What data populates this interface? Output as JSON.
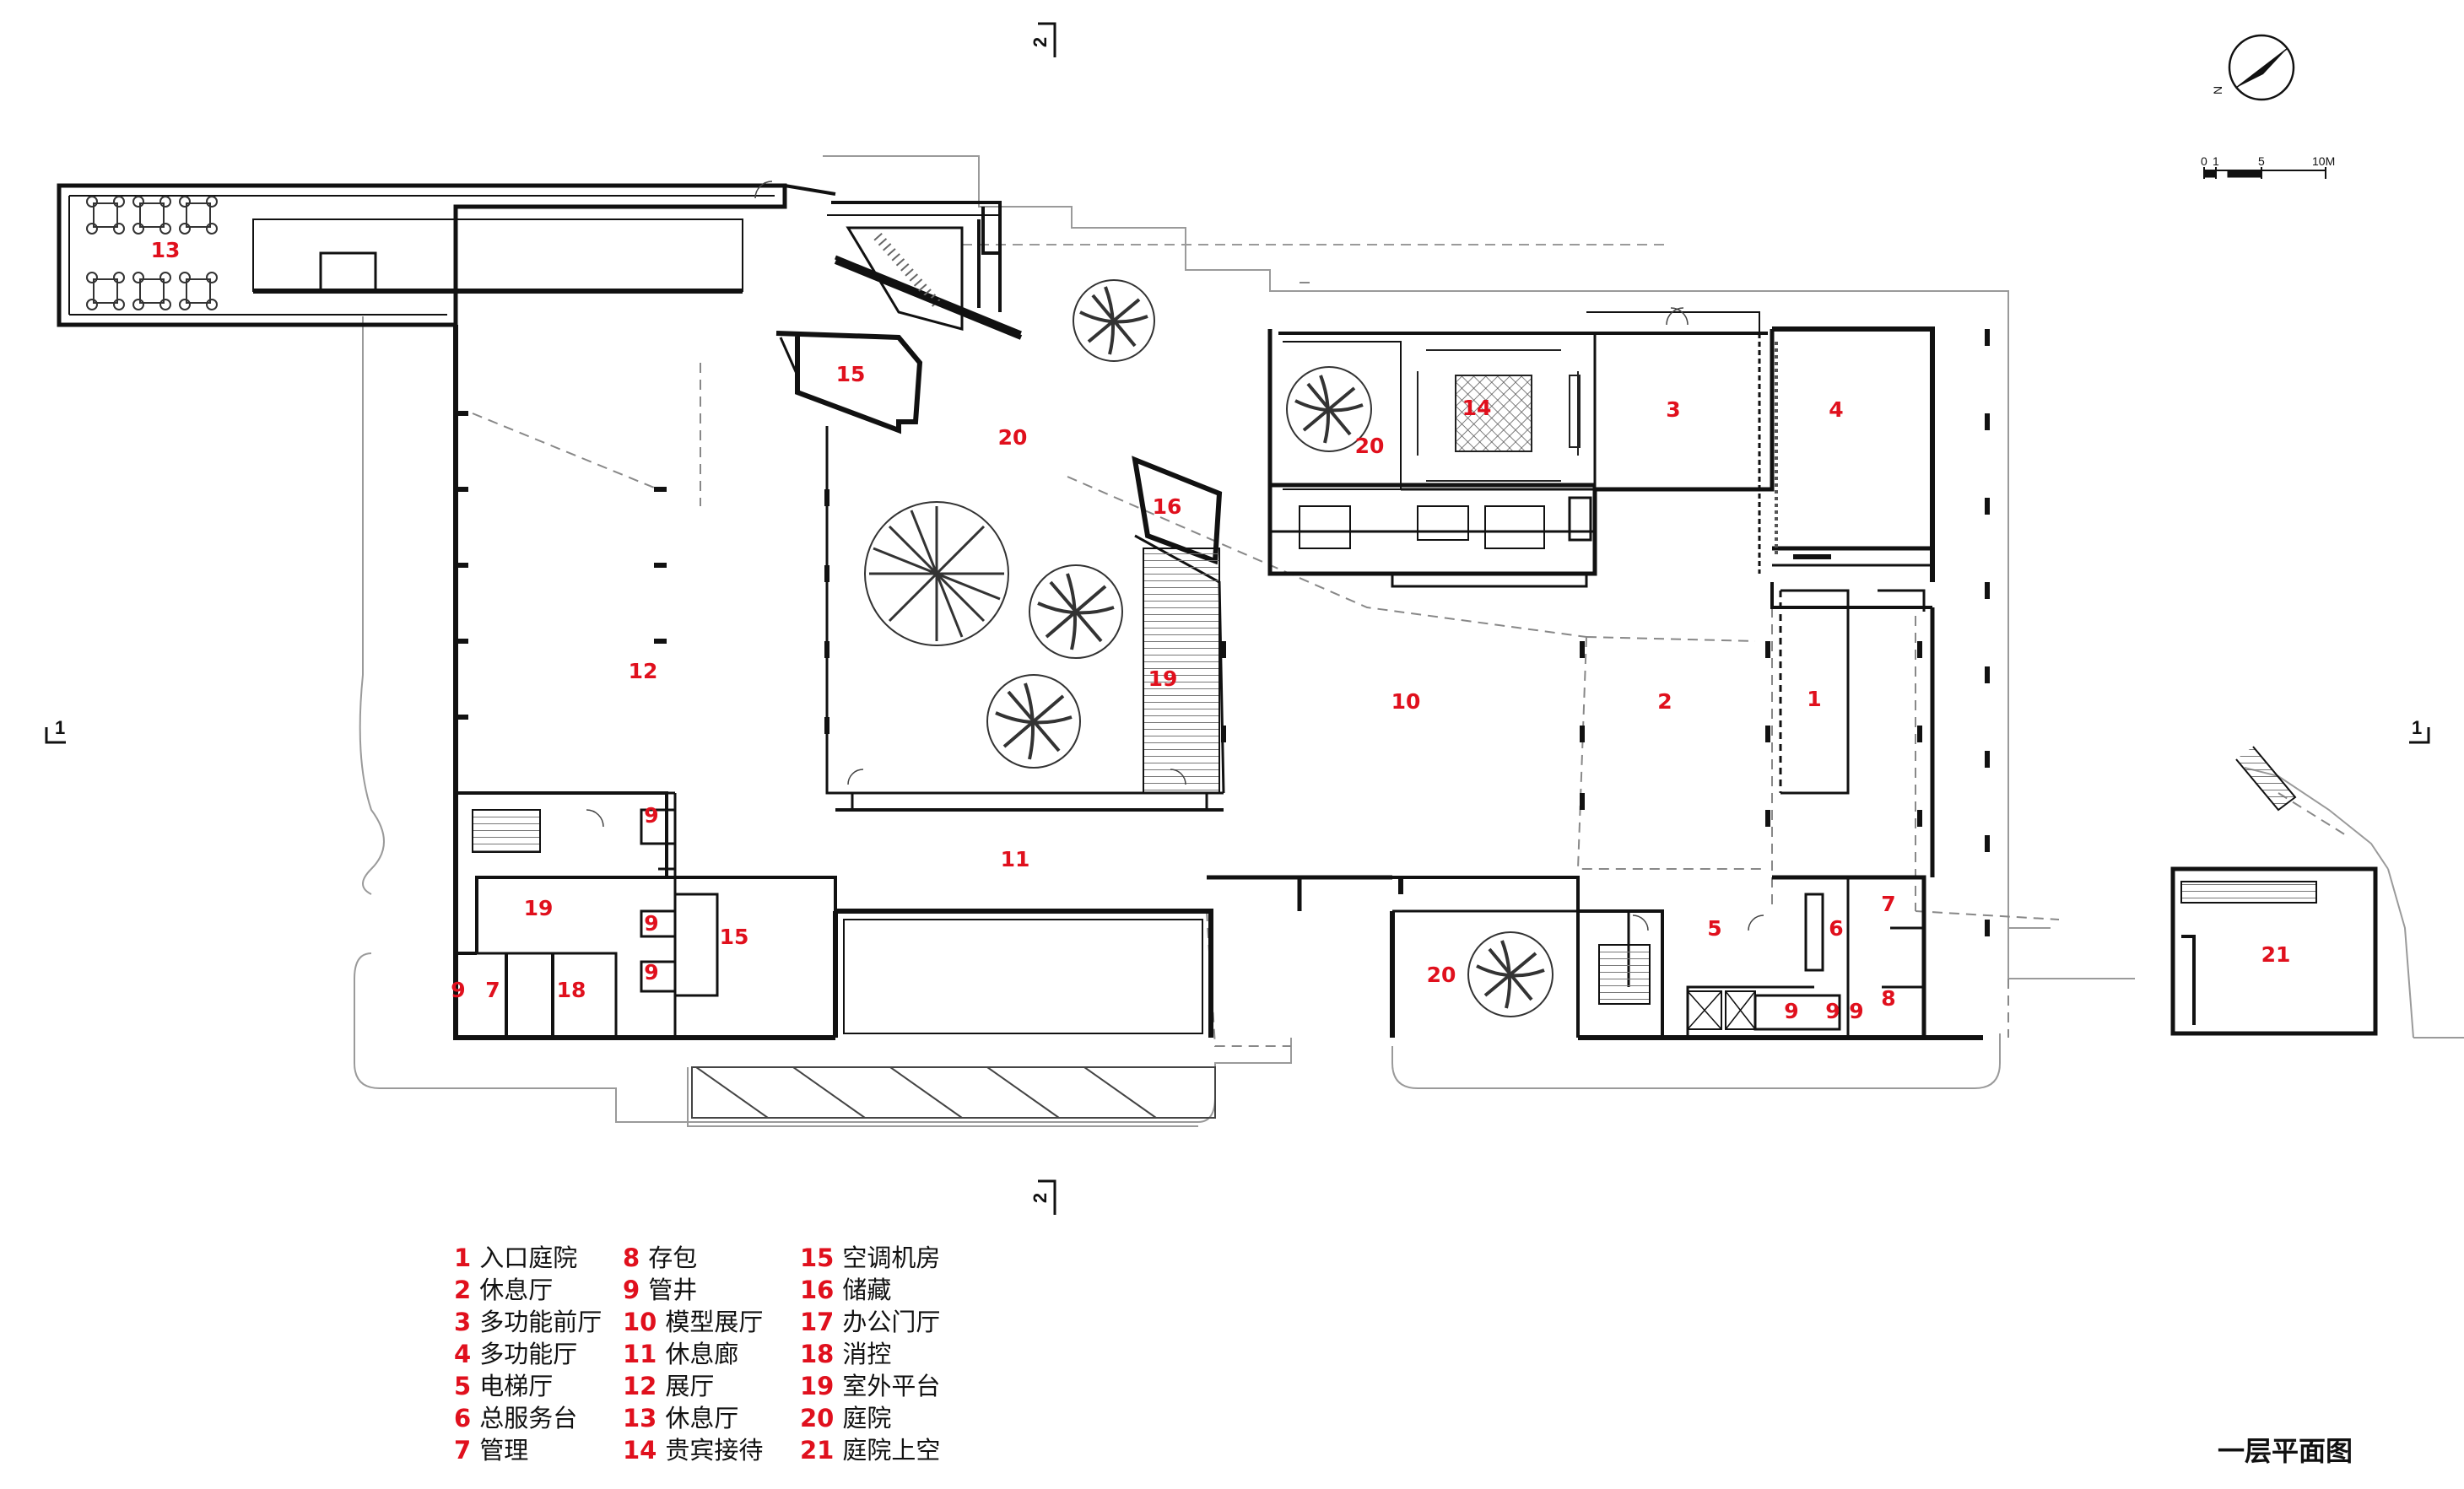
{
  "plan_title": "一层平面图",
  "section_markers": {
    "horizontal": "1",
    "vertical": "2"
  },
  "scale_bar": {
    "labels": [
      "0",
      "1",
      "5",
      "10M"
    ]
  },
  "north_arrow": {
    "label": "N"
  },
  "colors": {
    "label_red": "#e0101d",
    "line": "#111111",
    "hatch": "#888888"
  },
  "room_labels": [
    {
      "n": "13"
    },
    {
      "n": "15"
    },
    {
      "n": "20"
    },
    {
      "n": "16"
    },
    {
      "n": "14"
    },
    {
      "n": "20"
    },
    {
      "n": "3"
    },
    {
      "n": "4"
    },
    {
      "n": "12"
    },
    {
      "n": "19"
    },
    {
      "n": "10"
    },
    {
      "n": "2"
    },
    {
      "n": "1"
    },
    {
      "n": "9"
    },
    {
      "n": "11"
    },
    {
      "n": "19"
    },
    {
      "n": "9"
    },
    {
      "n": "15"
    },
    {
      "n": "9"
    },
    {
      "n": "9"
    },
    {
      "n": "7"
    },
    {
      "n": "18"
    },
    {
      "n": "5"
    },
    {
      "n": "6"
    },
    {
      "n": "7"
    },
    {
      "n": "20"
    },
    {
      "n": "9"
    },
    {
      "n": "9"
    },
    {
      "n": "9"
    },
    {
      "n": "8"
    },
    {
      "n": "21"
    }
  ],
  "legend": [
    [
      {
        "n": "1",
        "t": "入口庭院"
      },
      {
        "n": "2",
        "t": "休息厅"
      },
      {
        "n": "3",
        "t": "多功能前厅"
      },
      {
        "n": "4",
        "t": "多功能厅"
      },
      {
        "n": "5",
        "t": "电梯厅"
      },
      {
        "n": "6",
        "t": "总服务台"
      },
      {
        "n": "7",
        "t": "管理"
      }
    ],
    [
      {
        "n": "8",
        "t": "存包"
      },
      {
        "n": "9",
        "t": "管井"
      },
      {
        "n": "10",
        "t": "模型展厅"
      },
      {
        "n": "11",
        "t": "休息廊"
      },
      {
        "n": "12",
        "t": "展厅"
      },
      {
        "n": "13",
        "t": "休息厅"
      },
      {
        "n": "14",
        "t": "贵宾接待"
      }
    ],
    [
      {
        "n": "15",
        "t": "空调机房"
      },
      {
        "n": "16",
        "t": "储藏"
      },
      {
        "n": "17",
        "t": "办公门厅"
      },
      {
        "n": "18",
        "t": "消控"
      },
      {
        "n": "19",
        "t": "室外平台"
      },
      {
        "n": "20",
        "t": "庭院"
      },
      {
        "n": "21",
        "t": "庭院上空"
      }
    ]
  ]
}
